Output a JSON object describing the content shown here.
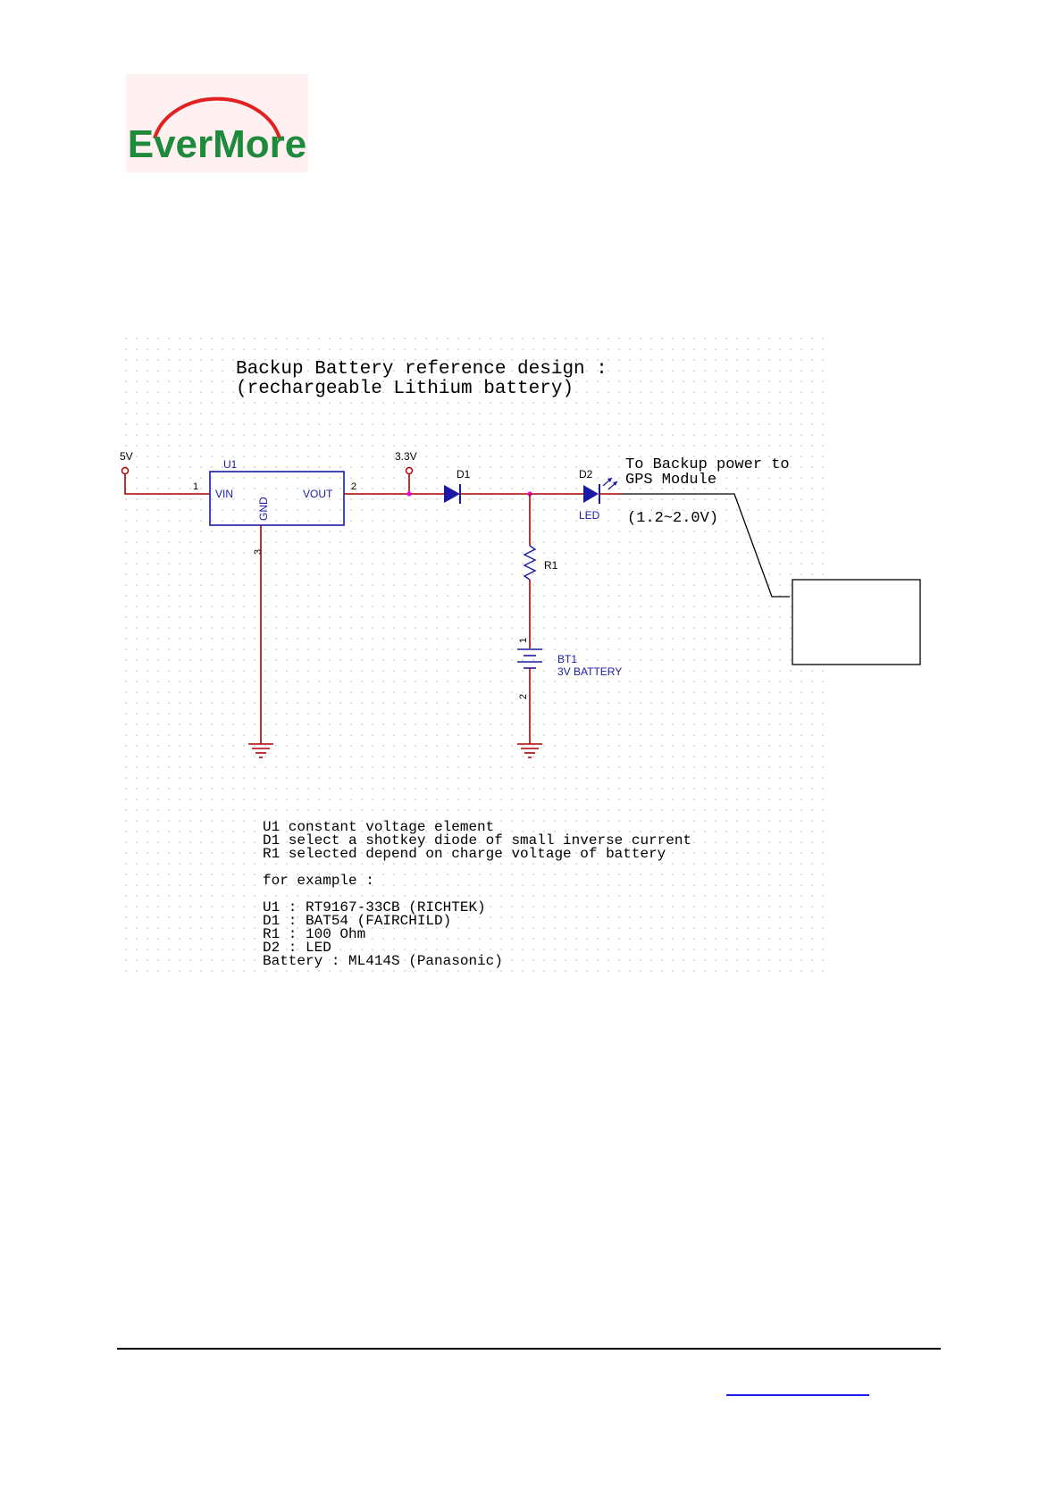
{
  "logo": {
    "text": "EverMore"
  },
  "schematic": {
    "title_line1": "Backup Battery reference design :",
    "title_line2": "(rechargeable Lithium battery)",
    "net_5v": "5V",
    "net_3v3": "3.3V",
    "u1": {
      "ref": "U1",
      "vin": "VIN",
      "vout": "VOUT",
      "gnd": "GND",
      "pin_vin": "1",
      "pin_vout": "2",
      "pin_gnd": "3"
    },
    "d1": {
      "ref": "D1"
    },
    "d2": {
      "ref": "D2",
      "value": "LED"
    },
    "r1": {
      "ref": "R1"
    },
    "bt1": {
      "ref": "BT1",
      "value": "3V BATTERY",
      "pin1": "1",
      "pin2": "2"
    },
    "output_line1": "To Backup power to",
    "output_line2": "GPS Module",
    "output_voltage": "(1.2~2.0V)",
    "notes": [
      "U1 constant voltage element",
      "D1 select a shotkey diode of small inverse current",
      "R1 selected depend on charge voltage of battery"
    ],
    "example_header": "for example :",
    "examples": [
      "U1 : RT9167-33CB (RICHTEK)",
      "D1 : BAT54 (FAIRCHILD)",
      "R1 : 100 Ohm",
      "D2 : LED",
      "Battery : ML414S (Panasonic)"
    ]
  },
  "colors": {
    "wire": "#b00000",
    "component": "#1a1aa6",
    "ground": "#b00000",
    "junction": "#ff00ff",
    "logo_arc": "#e32020",
    "logo_text": "#1e8a3c",
    "logo_bg": "#fff0f2"
  }
}
